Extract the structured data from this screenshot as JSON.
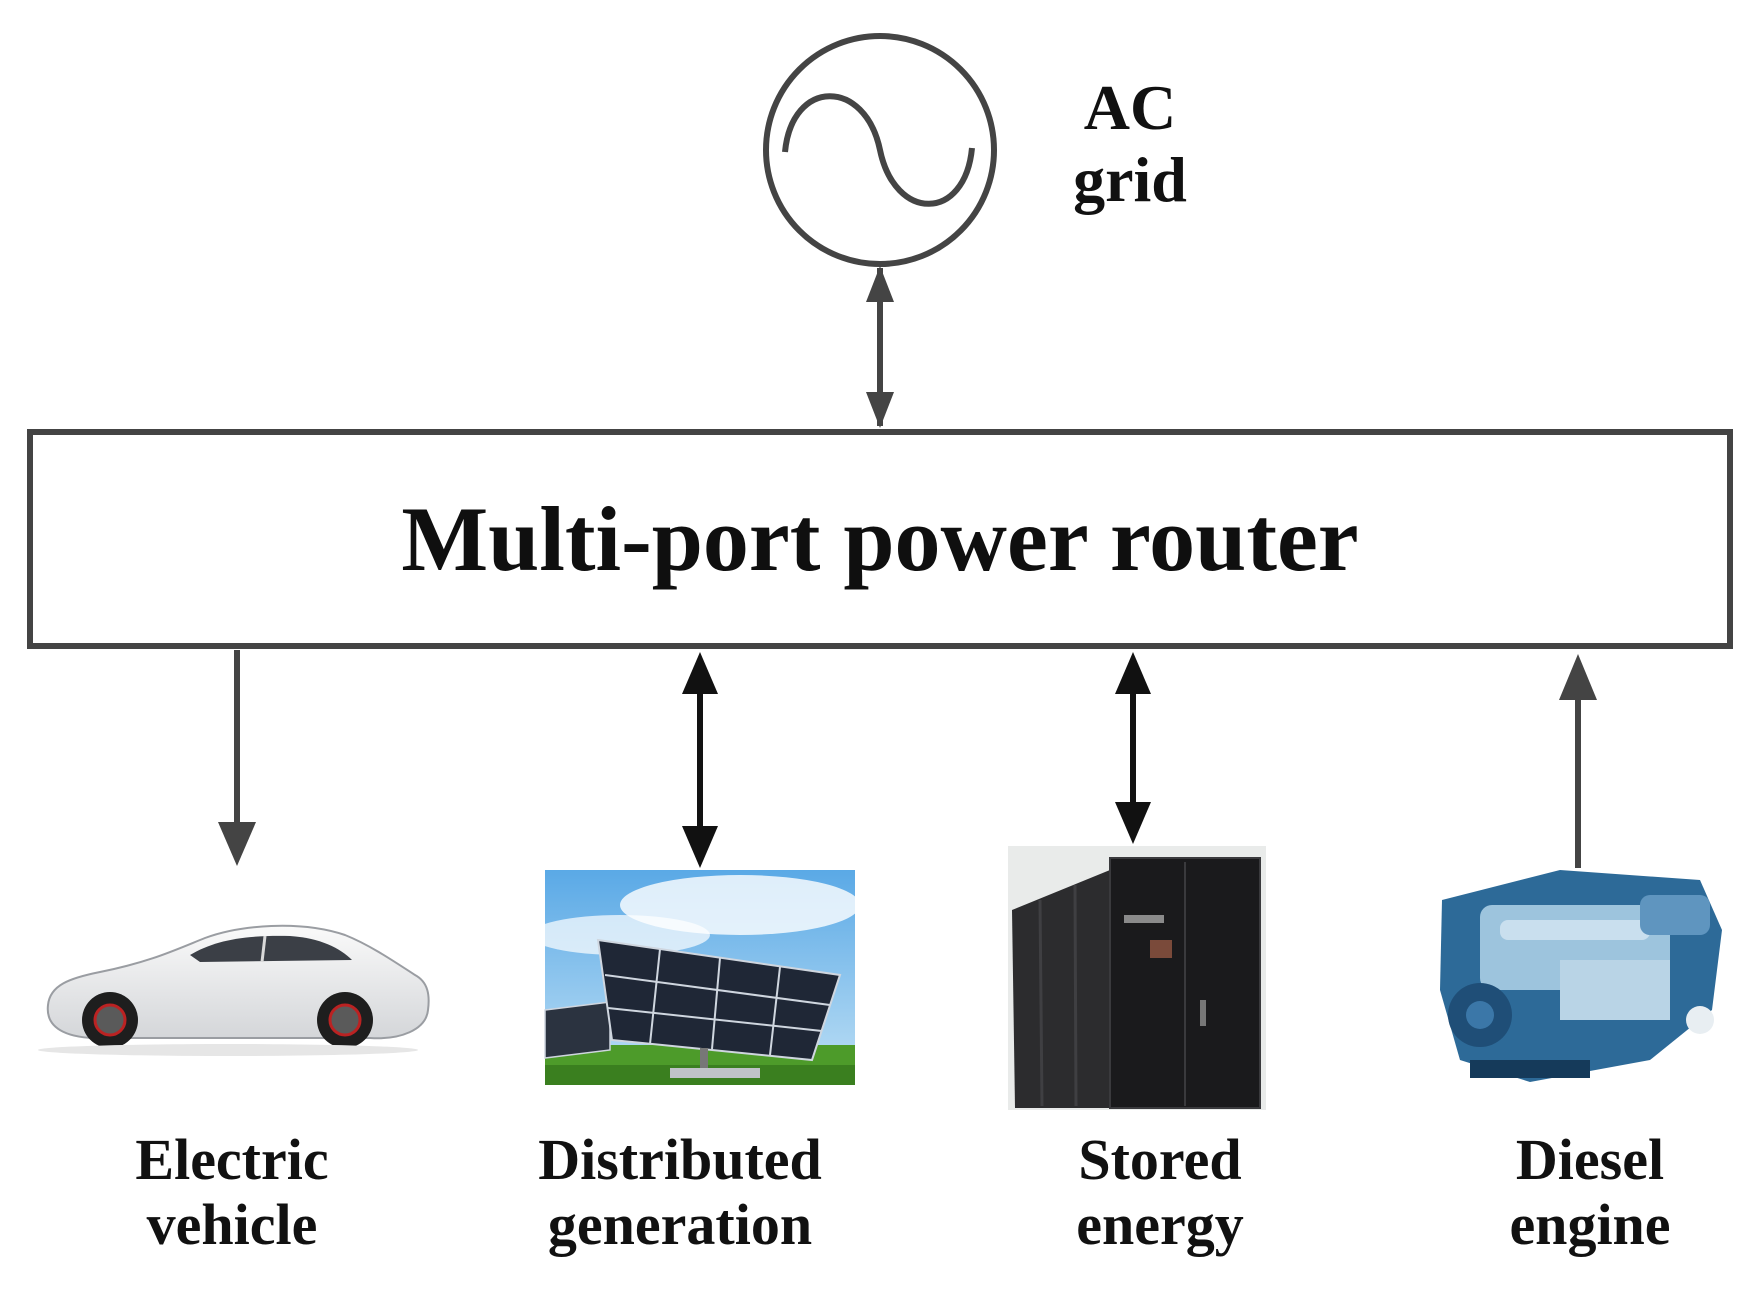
{
  "ac_grid": {
    "line1": "AC",
    "line2": "grid"
  },
  "router": {
    "title": "Multi-port power router"
  },
  "ports": [
    {
      "line1": "Electric",
      "line2": "vehicle",
      "icon": "electric-car-icon",
      "flow": "out"
    },
    {
      "line1": "Distributed",
      "line2": "generation",
      "icon": "solar-panel-icon",
      "flow": "bidirectional"
    },
    {
      "line1": "Stored",
      "line2": "energy",
      "icon": "battery-cabinet-icon",
      "flow": "bidirectional"
    },
    {
      "line1": "Diesel",
      "line2": "engine",
      "icon": "diesel-engine-icon",
      "flow": "in"
    }
  ],
  "colors": {
    "line": "#444444",
    "text": "#111111"
  }
}
